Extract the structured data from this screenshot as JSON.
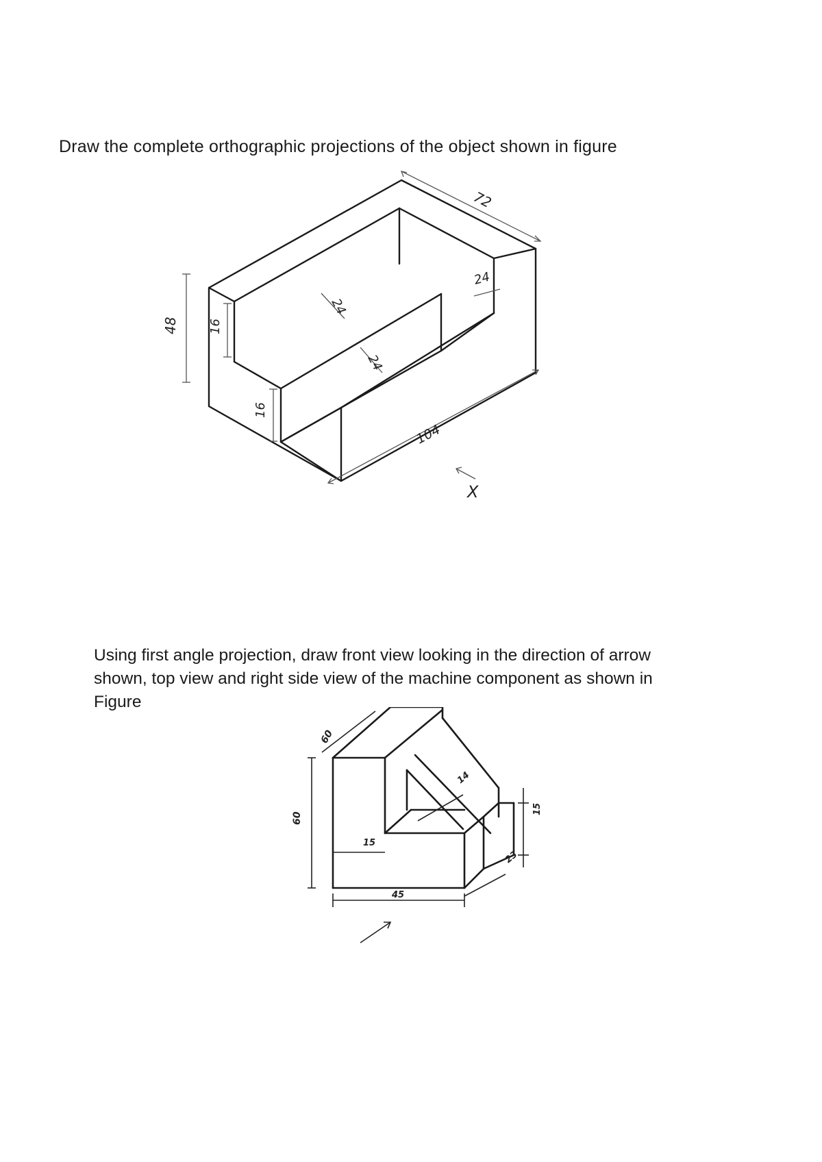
{
  "questions": [
    {
      "text": "Draw the complete orthographic projections of the object shown in figure",
      "figure": {
        "dimensions": {
          "length": "104",
          "depth": "72",
          "height": "48",
          "step_height_top": "16",
          "step_height_bottom": "16",
          "step_width_upper": "24",
          "step_width_lower": "24",
          "right_wall": "24"
        },
        "view_label": "X"
      }
    },
    {
      "text_lines": [
        "Using first angle projection, draw front view looking in the direction of arrow",
        "shown, top view and right side view of the machine component as shown in",
        "Figure"
      ],
      "figure": {
        "dimensions": {
          "depth": "60",
          "height": "60",
          "thickness": "15",
          "base_length": "45",
          "rib": "14",
          "step_height": "15",
          "step_width": "23"
        }
      }
    }
  ]
}
